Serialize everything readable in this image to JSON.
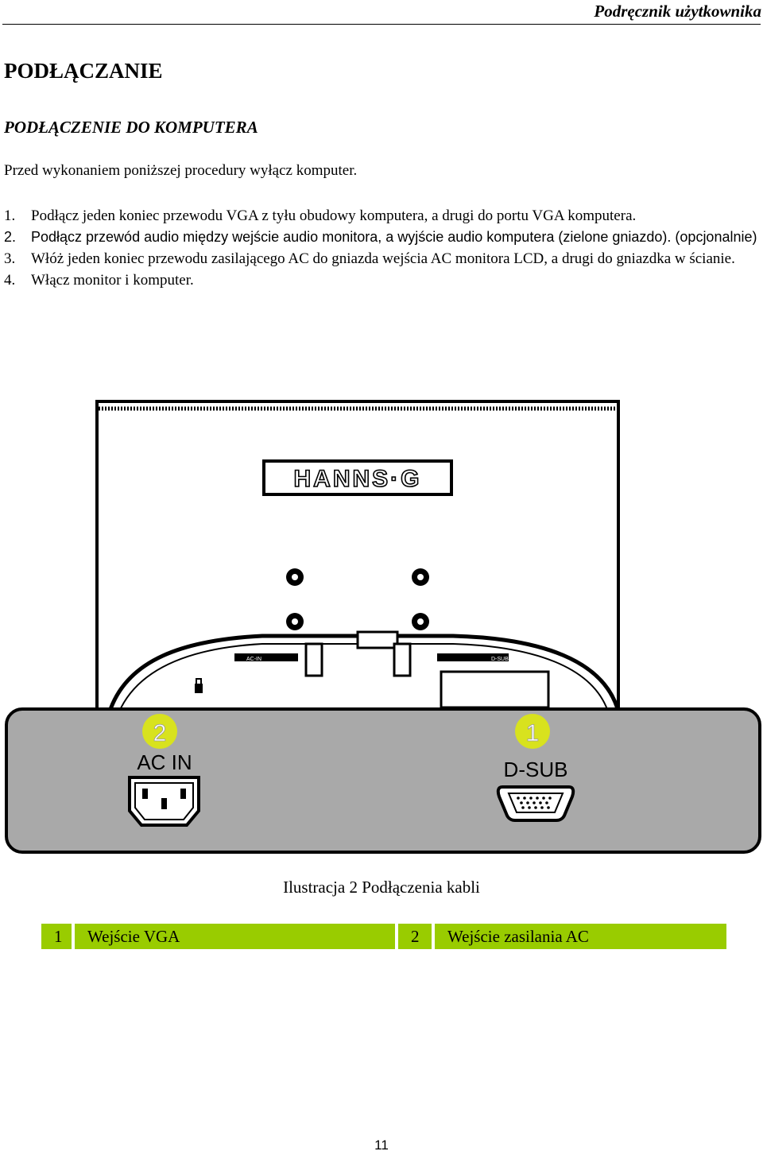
{
  "header": {
    "title": "Podręcznik użytkownika"
  },
  "section": {
    "title": "PODŁĄCZANIE"
  },
  "subsection": {
    "title": "PODŁĄCZENIE DO KOMPUTERA"
  },
  "intro": "Przed wykonaniem poniższej procedury wyłącz komputer.",
  "steps": [
    {
      "num": "1.",
      "text": "Podłącz jeden koniec przewodu VGA z tyłu obudowy komputera, a drugi do portu VGA komputera."
    },
    {
      "num": "2.",
      "text": "Podłącz przewód audio między wejście audio monitora, a wyjście audio komputera (zielone gniazdo). (opcjonalnie)"
    },
    {
      "num": "3.",
      "text": "Włóż jeden koniec przewodu zasilającego AC do gniazda wejścia AC monitora LCD, a drugi do gniazdka w ścianie."
    },
    {
      "num": "4.",
      "text": "Włącz monitor i komputer."
    }
  ],
  "figure": {
    "logo_text": "HANNS·G",
    "small_label_left": "AC-IN",
    "small_label_right": "D-SUB",
    "ports": [
      {
        "badge": "2",
        "label": "AC IN"
      },
      {
        "badge": "1",
        "label": "D-SUB"
      }
    ],
    "colors": {
      "badge": "#d8e21e",
      "panel": "#a9a9a9",
      "legend": "#99cc00"
    }
  },
  "caption": "Ilustracja 2 Podłączenia kabli",
  "legend": [
    {
      "num": "1",
      "label": "Wejście VGA"
    },
    {
      "num": "2",
      "label": "Wejście zasilania AC"
    }
  ],
  "page_number": "11"
}
